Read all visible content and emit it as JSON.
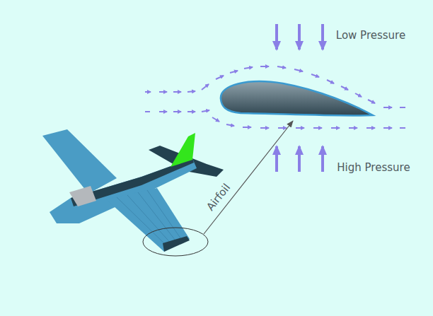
{
  "diagram": {
    "labels": [
      "Low Pressure",
      "High Pressure",
      "Airfoil"
    ]
  }
}
